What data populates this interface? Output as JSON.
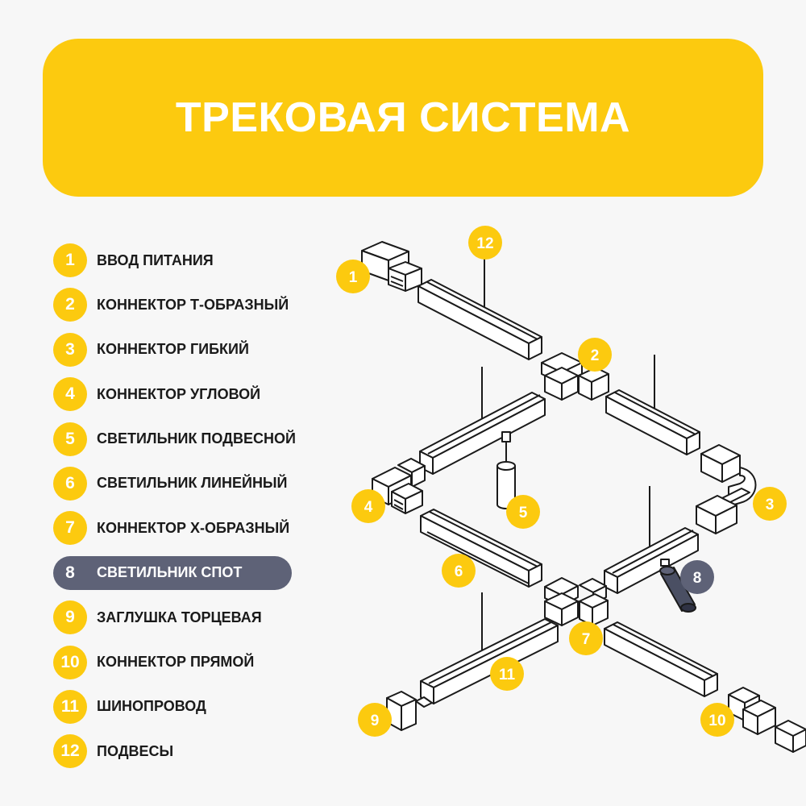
{
  "title": "ТРЕКОВАЯ СИСТЕМА",
  "legend": [
    {
      "num": "1",
      "label": "ВВОД ПИТАНИЯ"
    },
    {
      "num": "2",
      "label": "КОННЕКТОР Т-ОБРАЗНЫЙ"
    },
    {
      "num": "3",
      "label": "КОННЕКТОР ГИБКИЙ"
    },
    {
      "num": "4",
      "label": "КОННЕКТОР УГЛОВОЙ"
    },
    {
      "num": "5",
      "label": "СВЕТИЛЬНИК ПОДВЕСНОЙ"
    },
    {
      "num": "6",
      "label": "СВЕТИЛЬНИК ЛИНЕЙНЫЙ"
    },
    {
      "num": "7",
      "label": "КОННЕКТОР Х-ОБРАЗНЫЙ"
    },
    {
      "num": "8",
      "label": "СВЕТИЛЬНИК СПОТ",
      "highlighted": true
    },
    {
      "num": "9",
      "label": "ЗАГЛУШКА ТОРЦЕВАЯ"
    },
    {
      "num": "10",
      "label": "КОННЕКТОР ПРЯМОЙ"
    },
    {
      "num": "11",
      "label": "ШИНОПРОВОД"
    },
    {
      "num": "12",
      "label": "ПОДВЕСЫ"
    }
  ],
  "callouts": {
    "c1": "1",
    "c2": "2",
    "c3": "3",
    "c4": "4",
    "c5": "5",
    "c6": "6",
    "c7": "7",
    "c8": "8",
    "c9": "9",
    "c10": "10",
    "c11": "11",
    "c12": "12"
  },
  "colors": {
    "accent": "#fcca0f",
    "highlight": "#5e6277",
    "line": "#1a1a1a"
  }
}
